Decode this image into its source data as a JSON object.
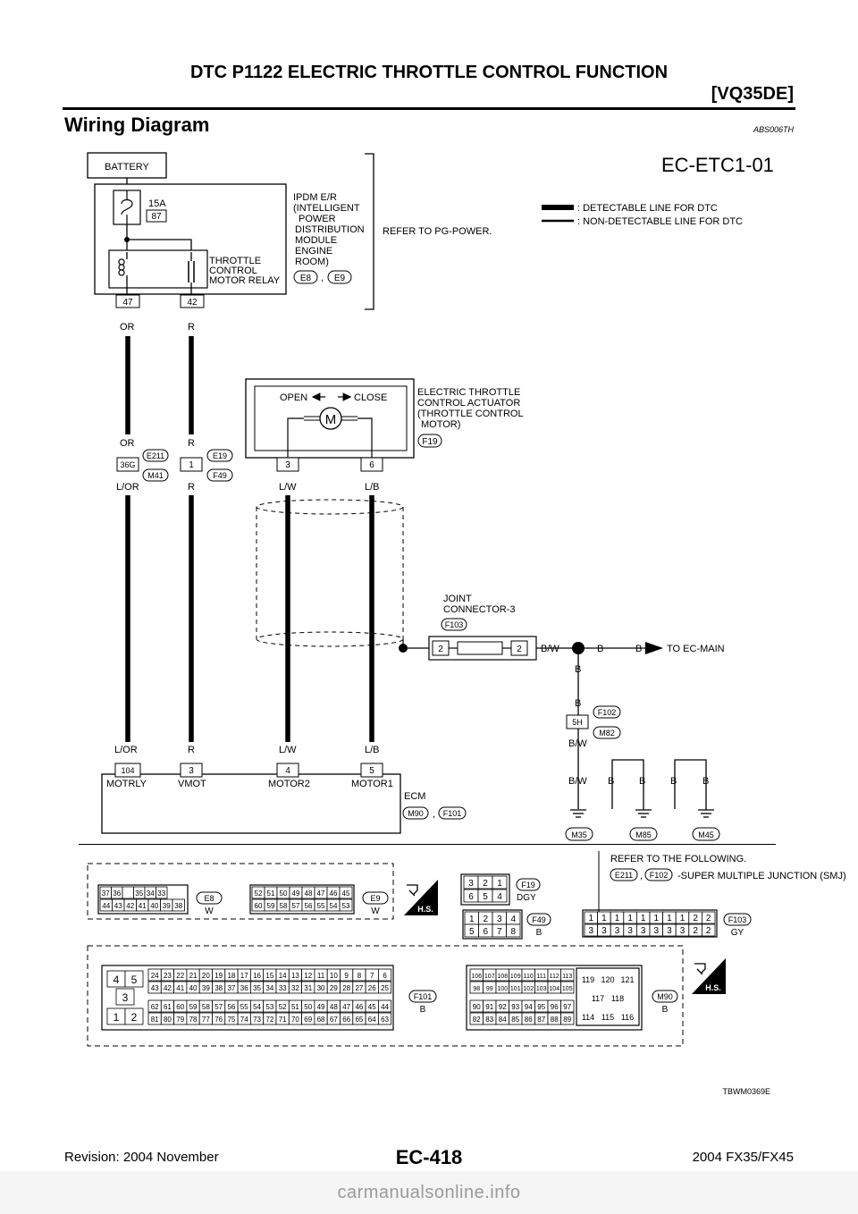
{
  "header": {
    "title": "DTC P1122 ELECTRIC THROTTLE CONTROL FUNCTION",
    "engine": "[VQ35DE]"
  },
  "section": {
    "title": "Wiring Diagram",
    "id": "ABS006TH"
  },
  "diagram": {
    "code": "EC-ETC1-01",
    "battery": "BATTERY",
    "fuse_rating": "15A",
    "fuse_number": "87",
    "ipdm_lines": [
      "IPDM E/R",
      "(INTELLIGENT",
      "POWER",
      "DISTRIBUTION",
      "MODULE",
      "ENGINE",
      "ROOM)"
    ],
    "ipdm_connectors": [
      "E8",
      "E9"
    ],
    "relay_lines": [
      "THROTTLE",
      "CONTROL",
      "MOTOR RELAY"
    ],
    "refer_pg": "REFER TO PG-POWER.",
    "legend": {
      "detectable": ": DETECTABLE LINE FOR DTC",
      "non_detectable": ": NON-DETECTABLE LINE FOR DTC"
    },
    "ipdm_pins": [
      "47",
      "42"
    ],
    "wire_colors": {
      "or": "OR",
      "r": "R",
      "lor": "L/OR",
      "lw": "L/W",
      "lb": "L/B",
      "bw": "B/W",
      "b": "B"
    },
    "actuator": {
      "open": "OPEN",
      "close": "CLOSE",
      "motor": "M",
      "label_lines": [
        "ELECTRIC THROTTLE",
        "CONTROL ACTUATOR",
        "(THROTTLE CONTROL",
        "MOTOR)"
      ],
      "connector": "F19",
      "pins": [
        "3",
        "6"
      ]
    },
    "inline": {
      "pin_a": "36G",
      "conn_a1": "E211",
      "conn_a2": "M41",
      "pin_b": "1",
      "conn_b1": "E19",
      "conn_b2": "F49"
    },
    "joint": {
      "label_lines": [
        "JOINT",
        "CONNECTOR-3"
      ],
      "connector": "F103",
      "pin_in": "2",
      "pin_out": "2"
    },
    "to_ec_main": "TO EC-MAIN",
    "smj": {
      "pin": "5H",
      "conn1": "F102",
      "conn2": "M82"
    },
    "ecm": {
      "label": "ECM",
      "connectors": [
        "M90",
        "F101"
      ],
      "pins": [
        "104",
        "3",
        "4",
        "5"
      ],
      "pin_names": [
        "MOTRLY",
        "VMOT",
        "MOTOR2",
        "MOTOR1"
      ]
    },
    "grounds": [
      "M35",
      "M85",
      "M45"
    ],
    "refer_following": "REFER TO THE FOLLOWING.",
    "smj_note": "-SUPER MULTIPLE JUNCTION (SMJ)",
    "smj_note_line2": "JUNCTION (SMJ)",
    "smj_note_conns": [
      "E211",
      "F102"
    ],
    "connector_views": {
      "e8": {
        "id": "E8",
        "color": "W",
        "row1": [
          "37",
          "36",
          "",
          "35",
          "34",
          "33"
        ],
        "row2": [
          "44",
          "43",
          "42",
          "41",
          "40",
          "39",
          "38"
        ]
      },
      "e9": {
        "id": "E9",
        "color": "W",
        "row1": [
          "52",
          "51",
          "50",
          "49",
          "48",
          "47",
          "46",
          "45"
        ],
        "row2": [
          "60",
          "59",
          "58",
          "57",
          "56",
          "55",
          "54",
          "53"
        ]
      },
      "f19": {
        "id": "F19",
        "color": "DGY",
        "row1": [
          "3",
          "2",
          "1"
        ],
        "row2": [
          "6",
          "5",
          "4"
        ]
      },
      "f49": {
        "id": "F49",
        "color": "B",
        "row1": [
          "1",
          "2",
          "3",
          "4"
        ],
        "row2": [
          "5",
          "6",
          "7",
          "8"
        ]
      },
      "f103": {
        "id": "F103",
        "color": "GY",
        "row1": [
          "1",
          "1",
          "1",
          "1",
          "1",
          "1",
          "1",
          "1",
          "2",
          "2"
        ],
        "row2": [
          "3",
          "3",
          "3",
          "3",
          "3",
          "3",
          "3",
          "3",
          "2",
          "2"
        ]
      },
      "f101": {
        "id": "F101",
        "color": "B",
        "left": [
          "4",
          "5",
          "3",
          "1",
          "2"
        ],
        "row1": [
          "24",
          "23",
          "22",
          "21",
          "20",
          "19",
          "18",
          "17",
          "16",
          "15",
          "14",
          "13",
          "12",
          "11",
          "10",
          "9",
          "8",
          "7",
          "6"
        ],
        "row2": [
          "43",
          "42",
          "41",
          "40",
          "39",
          "38",
          "37",
          "36",
          "35",
          "34",
          "33",
          "32",
          "31",
          "30",
          "29",
          "28",
          "27",
          "26",
          "25"
        ],
        "row3": [
          "62",
          "61",
          "60",
          "59",
          "58",
          "57",
          "56",
          "55",
          "54",
          "53",
          "52",
          "51",
          "50",
          "49",
          "48",
          "47",
          "46",
          "45",
          "44"
        ],
        "row4": [
          "81",
          "80",
          "79",
          "78",
          "77",
          "76",
          "75",
          "74",
          "73",
          "72",
          "71",
          "70",
          "69",
          "68",
          "67",
          "66",
          "65",
          "64",
          "63"
        ]
      },
      "m90": {
        "id": "M90",
        "color": "B",
        "row1": [
          "106",
          "107",
          "108",
          "109",
          "110",
          "111",
          "112",
          "113"
        ],
        "row2": [
          "98",
          "99",
          "100",
          "101",
          "102",
          "103",
          "104",
          "105"
        ],
        "row3": [
          "90",
          "91",
          "92",
          "93",
          "94",
          "95",
          "96",
          "97"
        ],
        "row4": [
          "82",
          "83",
          "84",
          "85",
          "86",
          "87",
          "88",
          "89"
        ],
        "right": [
          "119",
          "120",
          "121",
          "117",
          "118",
          "114",
          "115",
          "116"
        ]
      }
    },
    "hs": "H.S.",
    "figure_id": "TBWM0369E"
  },
  "footer": {
    "revision": "Revision: 2004 November",
    "page": "EC-418",
    "model": "2004 FX35/FX45"
  },
  "watermark": "carmanualsonline.info"
}
